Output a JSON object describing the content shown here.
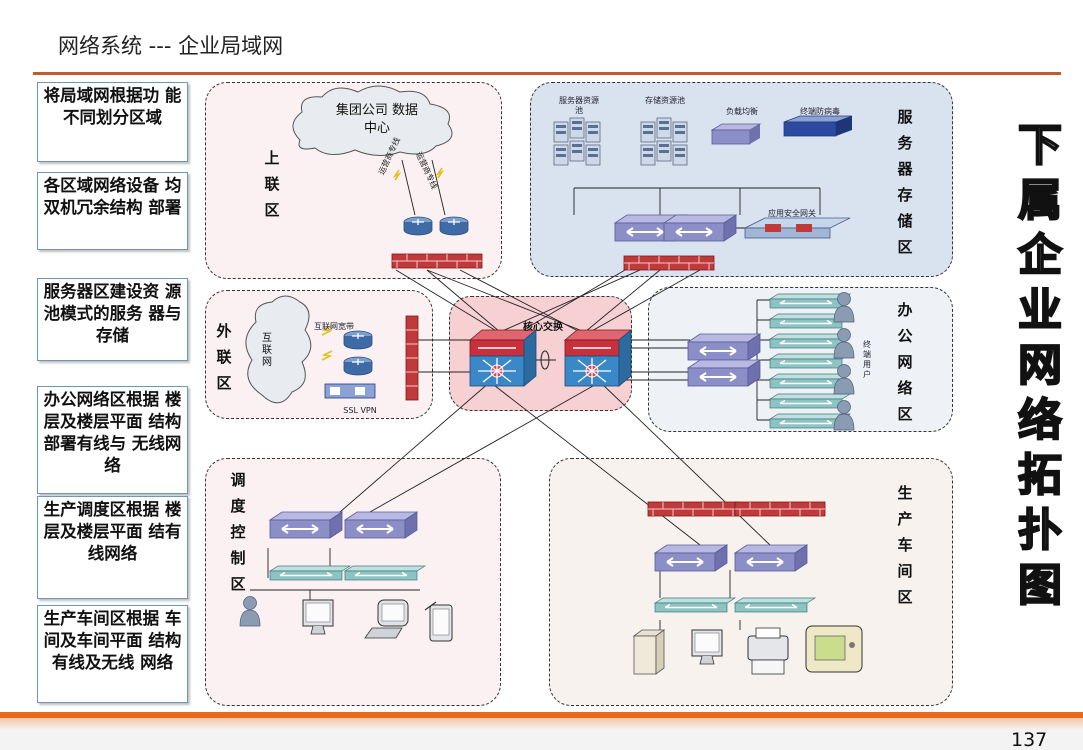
{
  "header": {
    "title": "网络系统 --- 企业局域网"
  },
  "side_notes": [
    "将局域网根据功 能不同划分区域",
    "各区域网络设备 均双机冗余结构 部署",
    "服务器区建设资 源池模式的服务 器与存储",
    "办公网络区根据 楼层及楼层平面 结构部署有线与 无线网络",
    "生产调度区根据 楼层及楼层平面 结有线网络",
    "生产车间区根据 车间及车间平面 结构有线及无线 网络"
  ],
  "zones": {
    "uplink": {
      "label": "上联区",
      "cloud": "集团公司 数据中心",
      "links": [
        "运营商专线",
        "运营商专线"
      ]
    },
    "server": {
      "label": "服务器存储区",
      "items": [
        "服务器资源池",
        "存储资源池",
        "负载均衡",
        "终端防病毒"
      ],
      "gateway": "应用安全网关"
    },
    "external": {
      "label": "外联区",
      "cloud": "互联网",
      "link": "互联网宽带",
      "vpn": "SSL VPN"
    },
    "core": {
      "label": "核心交换"
    },
    "office": {
      "label": "办公网络区",
      "users": "终端用户"
    },
    "dispatch": {
      "label": "调度控制区"
    },
    "workshop": {
      "label": "生产车间区"
    }
  },
  "vertical_title": "下属企业网络拓扑图",
  "page_number": "137",
  "colors": {
    "accent": "#e96a1b",
    "rule": "#c75a2a",
    "firewall": "#c0393b",
    "switch": "#8c8fc7",
    "server_zone_bg": "#d9e3ef",
    "core_zone_bg": "#f6d0d3",
    "pink_zone_bg": "#fbf1f2"
  }
}
